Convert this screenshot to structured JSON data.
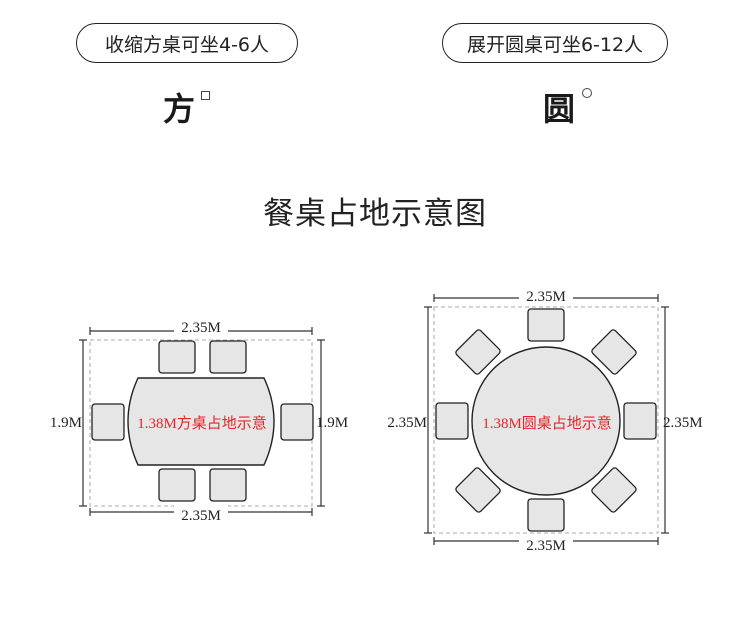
{
  "header": {
    "square_pill": "收缩方桌可坐4-6人",
    "round_pill": "展开圆桌可坐6-12人",
    "square_char": "方",
    "round_char": "圆"
  },
  "title": "餐桌占地示意图",
  "square_diagram": {
    "top_dim": "2.35M",
    "bottom_dim": "2.35M",
    "left_dim": "1.9M",
    "right_dim": "1.9M",
    "table_label": "1.38M方桌占地示意"
  },
  "round_diagram": {
    "top_dim": "2.35M",
    "bottom_dim": "2.35M",
    "left_dim": "2.35M",
    "right_dim": "2.35M",
    "table_label": "1.38M圆桌占地示意"
  },
  "colors": {
    "label_red": "#e8242b",
    "table_fill": "#e6e6e6",
    "chair_fill": "#e6e6e6",
    "outline": "#222222",
    "dashed": "#bcbcbc"
  }
}
